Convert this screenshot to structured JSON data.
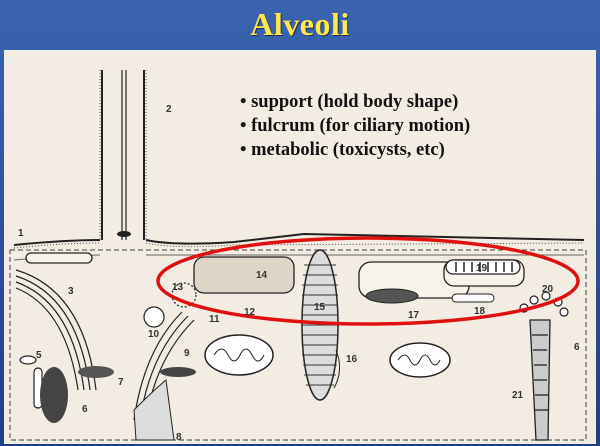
{
  "slide": {
    "title": "Alveoli",
    "bullets": [
      "• support (hold body shape)",
      "• fulcrum (for ciliary motion)",
      "• metabolic (toxicysts, etc)"
    ]
  },
  "diagram": {
    "labels": [
      "1",
      "2",
      "3",
      "5",
      "6",
      "7",
      "8",
      "9",
      "10",
      "11",
      "12",
      "13",
      "14",
      "15",
      "16",
      "17",
      "18",
      "19",
      "20",
      "21",
      "6"
    ],
    "colors": {
      "title_text": "#ffe84a",
      "title_background": "#2f5aa8",
      "highlight_ellipse": "#e01010",
      "paper": "#f2ece3"
    }
  }
}
